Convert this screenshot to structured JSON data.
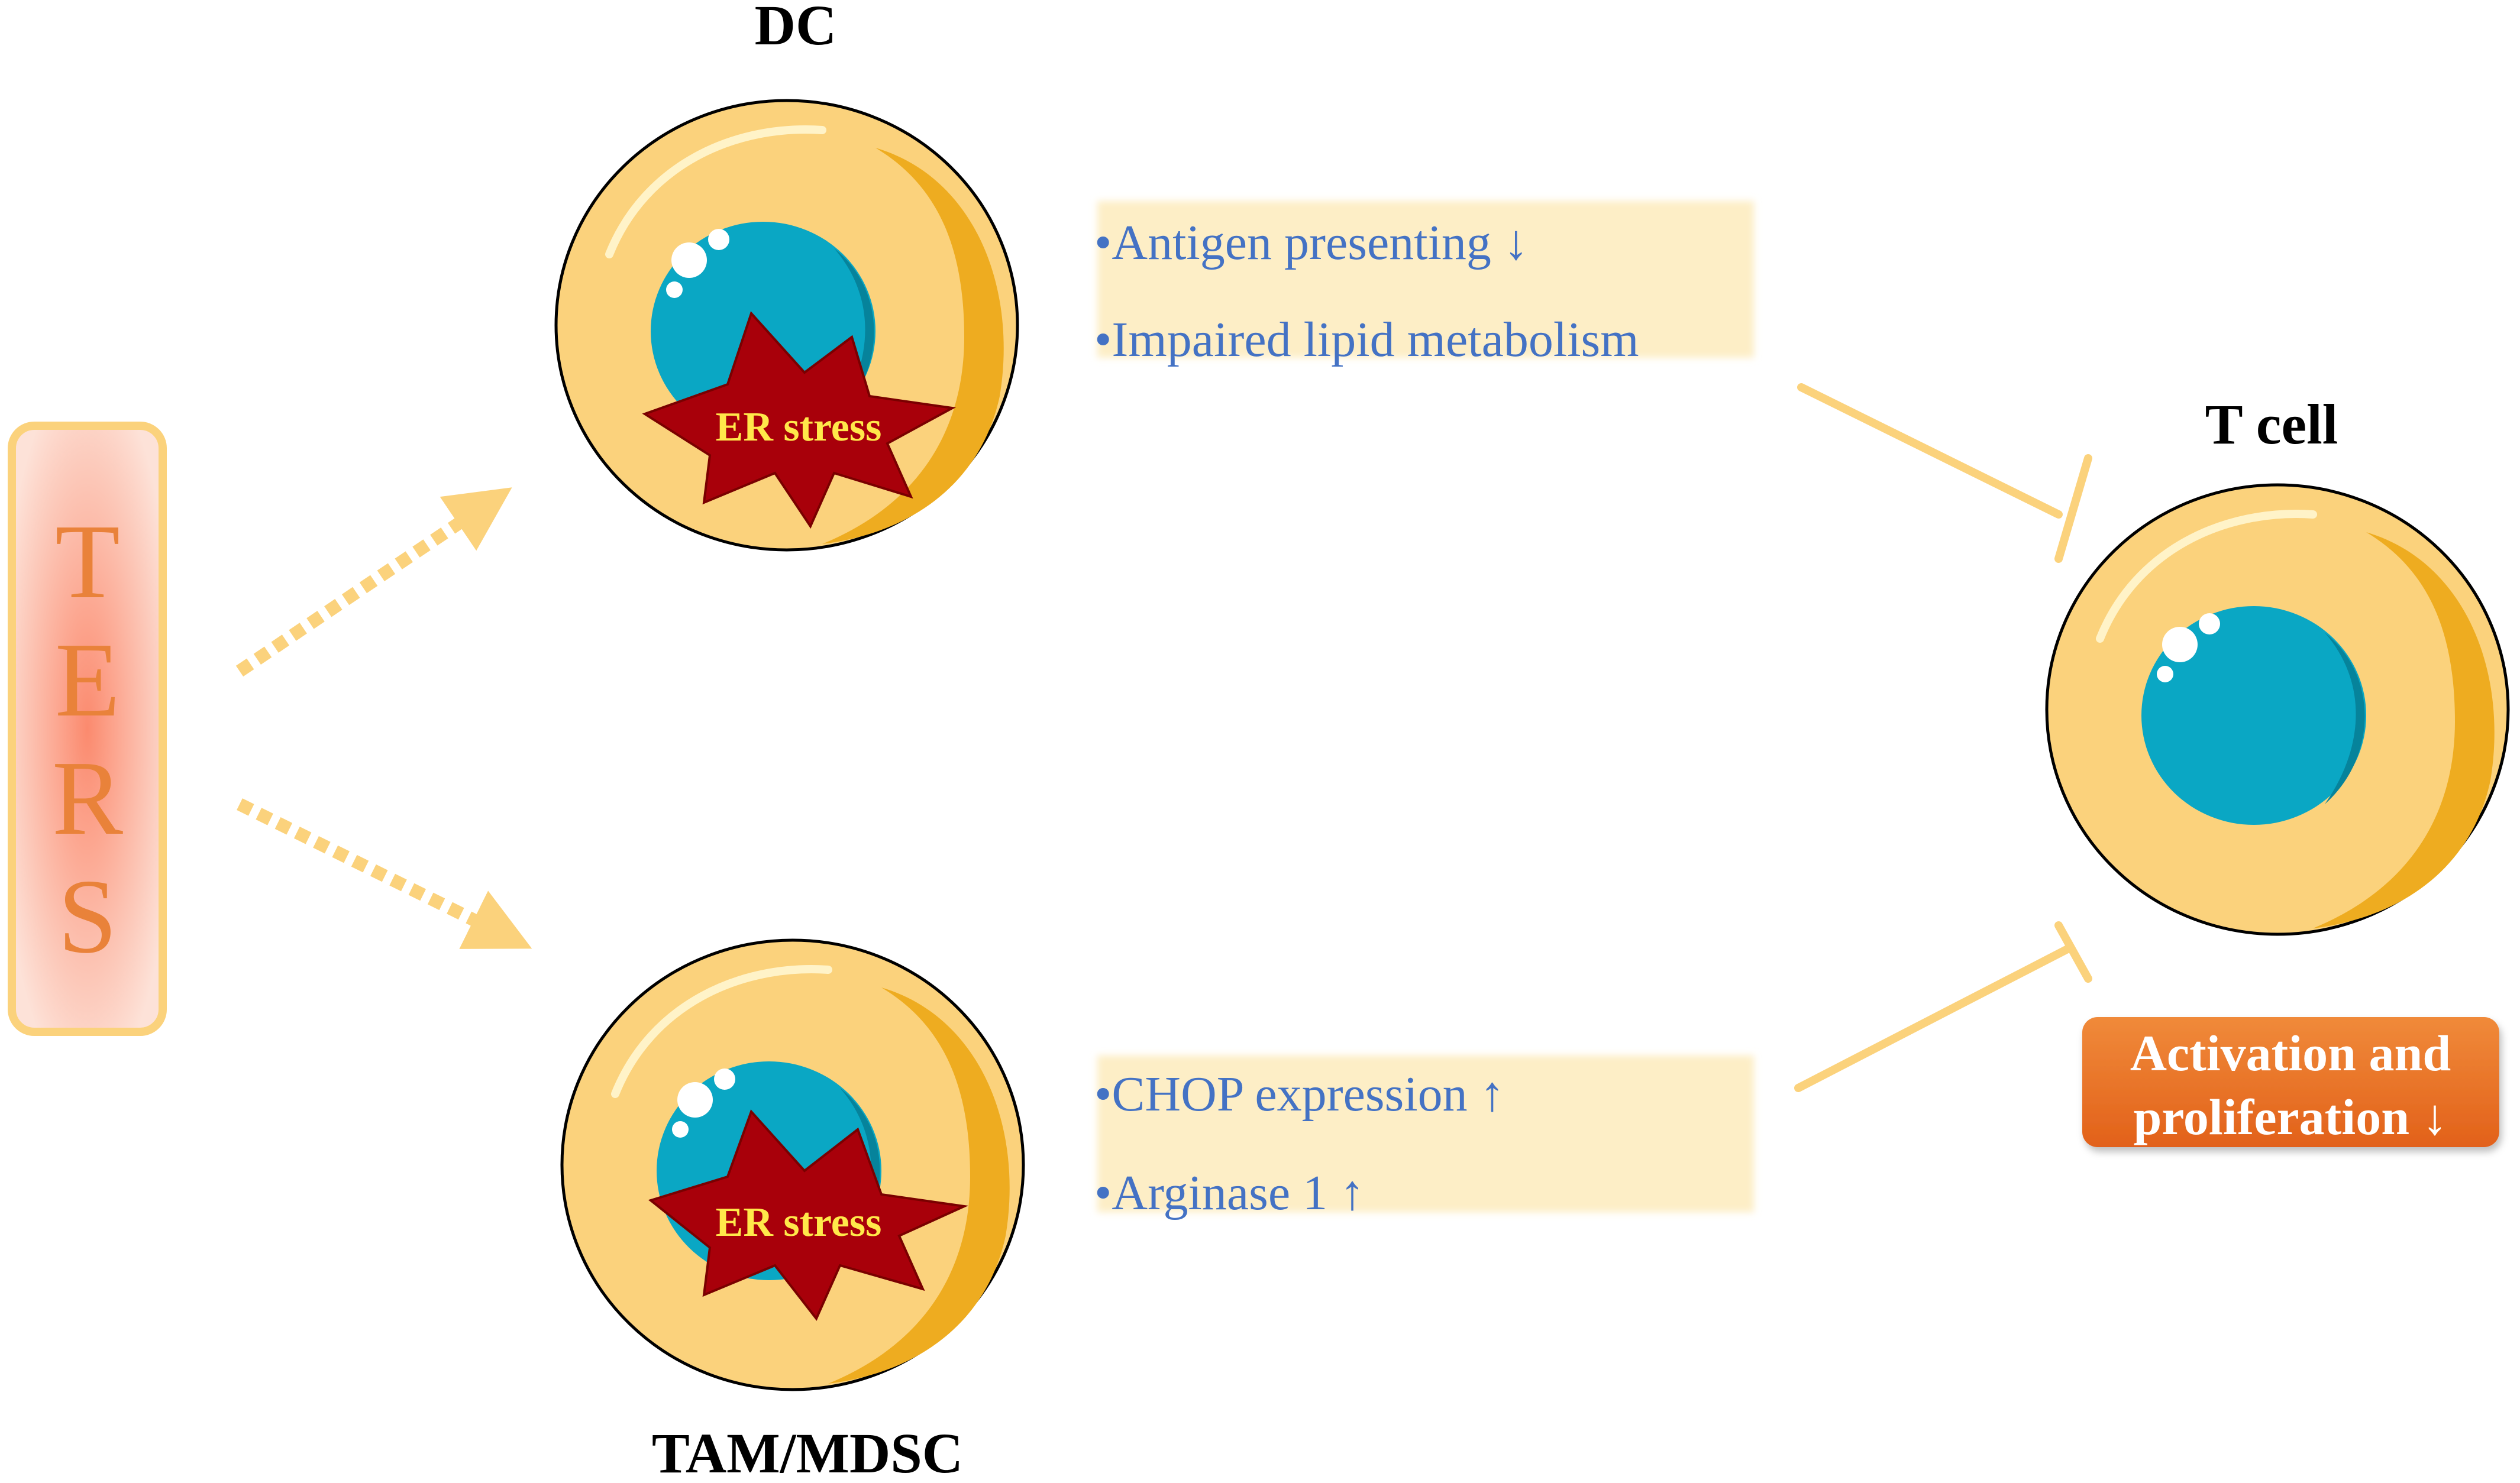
{
  "ters": {
    "letters": [
      "T",
      "E",
      "R",
      "S"
    ]
  },
  "dc": {
    "title": "DC",
    "stress_label": "ER stress"
  },
  "tam": {
    "title": "TAM/MDSC",
    "stress_label": "ER stress"
  },
  "dc_effects": [
    "•Antigen presenting ↓",
    "•Impaired lipid metabolism"
  ],
  "tam_effects": [
    "•CHOP expression ↑",
    "•Arginase 1 ↑"
  ],
  "tcell": {
    "title": "T cell",
    "outcome_line1": "Activation and",
    "outcome_line2": "proliferation ↓"
  },
  "colors": {
    "cell_fill": "#fbd27c",
    "cell_edge": "#e8a418",
    "nucleus": "#0aa7c4",
    "stress_burst": "#a8000a",
    "stress_text": "#ffe84a",
    "effect_text": "#4472c4",
    "effect_box": "#fdeec6",
    "arrow": "#fbd27c",
    "ters_text": "#e9823a",
    "outcome_box": "#e8702a"
  }
}
